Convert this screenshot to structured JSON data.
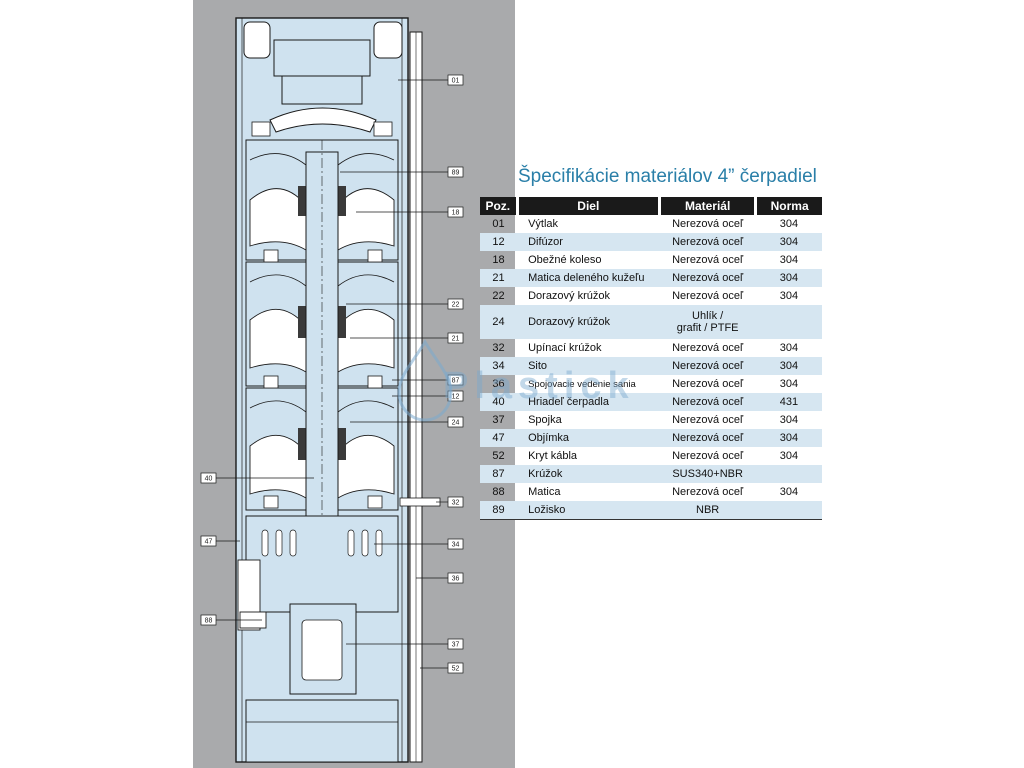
{
  "title": "Špecifikácie materiálov 4” čerpadiel",
  "watermark_text": "Plastick",
  "columns": [
    "Poz.",
    "Diel",
    "Materiál",
    "Norma"
  ],
  "rows": [
    {
      "pos": "01",
      "part": "Výtlak",
      "material": "Nerezová oceľ",
      "norm": "304"
    },
    {
      "pos": "12",
      "part": "Difúzor",
      "material": "Nerezová oceľ",
      "norm": "304"
    },
    {
      "pos": "18",
      "part": "Obežné koleso",
      "material": "Nerezová oceľ",
      "norm": "304"
    },
    {
      "pos": "21",
      "part": "Matica deleného kužeľu",
      "material": "Nerezová oceľ",
      "norm": "304"
    },
    {
      "pos": "22",
      "part": "Dorazový krúžok",
      "material": "Nerezová oceľ",
      "norm": "304"
    },
    {
      "pos": "24",
      "part": "Dorazový krúžok",
      "material_line1": "Uhlík /",
      "material_line2": "grafit / PTFE",
      "norm": ""
    },
    {
      "pos": "32",
      "part": "Upínací krúžok",
      "material": "Nerezová oceľ",
      "norm": "304"
    },
    {
      "pos": "34",
      "part": "Sito",
      "material": "Nerezová oceľ",
      "norm": "304"
    },
    {
      "pos": "36",
      "part": "Spojovacie vedenie sania",
      "material": "Nerezová oceľ",
      "norm": "304"
    },
    {
      "pos": "40",
      "part": "Hriadeľ čerpadla",
      "material": "Nerezová oceľ",
      "norm": "431"
    },
    {
      "pos": "37",
      "part": "Spojka",
      "material": "Nerezová oceľ",
      "norm": "304"
    },
    {
      "pos": "47",
      "part": "Objímka",
      "material": "Nerezová oceľ",
      "norm": "304"
    },
    {
      "pos": "52",
      "part": "Kryt kábla",
      "material": "Nerezová oceľ",
      "norm": "304"
    },
    {
      "pos": "87",
      "part": "Krúžok",
      "material": "SUS340+NBR",
      "norm": ""
    },
    {
      "pos": "88",
      "part": "Matica",
      "material": "Nerezová oceľ",
      "norm": "304"
    },
    {
      "pos": "89",
      "part": "Ložisko",
      "material": "NBR",
      "norm": ""
    }
  ],
  "callouts": {
    "c01": "01",
    "c89": "89",
    "c18": "18",
    "c22": "22",
    "c21": "21",
    "c87": "87",
    "c12": "12",
    "c24": "24",
    "c32": "32",
    "c34": "34",
    "c36": "36",
    "c37": "37",
    "c52": "52",
    "c40": "40",
    "c47": "47",
    "c88": "88"
  },
  "colors": {
    "backdrop_gray": "#a9aaac",
    "part_fill": "#cfe2ef",
    "line": "#1a1a1a",
    "title": "#2a7fa8",
    "row_alt": "#d6e6f1",
    "header_bg": "#1a1a1a"
  }
}
